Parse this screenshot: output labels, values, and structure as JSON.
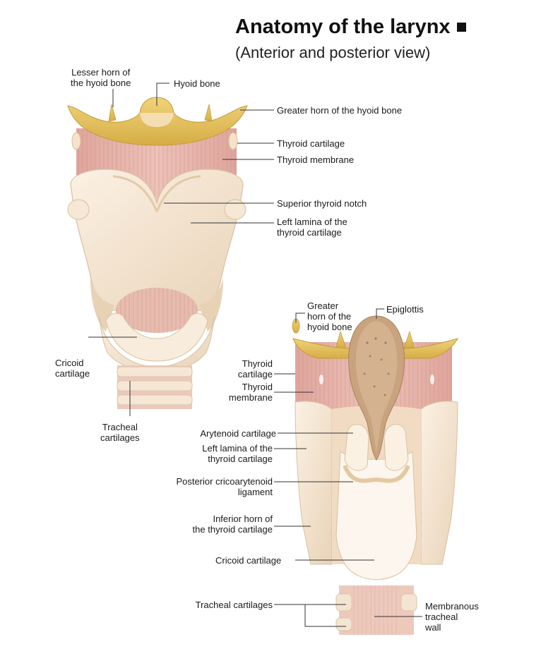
{
  "title": "Anatomy of the larynx",
  "subtitle": "(Anterior and posterior view)",
  "colors": {
    "bone": "#e6c25a",
    "cartilage": "#f3e2cc",
    "membrane": "#e6b1a8",
    "trachea": "#edc9bc",
    "leader": "#333333"
  },
  "anterior": {
    "lesser_horn": [
      "Lesser horn of",
      "the hyoid bone"
    ],
    "hyoid_bone": "Hyoid bone",
    "greater_horn": "Greater horn of the hyoid bone",
    "thyroid_cartilage": "Thyroid cartilage",
    "thyroid_membrane": "Thyroid membrane",
    "superior_notch": "Superior thyroid notch",
    "left_lamina": [
      "Left lamina of the",
      "thyroid cartilage"
    ],
    "cricoid": [
      "Cricoid",
      "cartilage"
    ],
    "tracheal": [
      "Tracheal",
      "cartilages"
    ]
  },
  "posterior": {
    "greater_horn": [
      "Greater",
      "horn of the",
      "hyoid bone"
    ],
    "epiglottis": "Epiglottis",
    "thyroid_cartilage": [
      "Thyroid",
      "cartilage"
    ],
    "thyroid_membrane": [
      "Thyroid",
      "membrane"
    ],
    "arytenoid": "Arytenoid cartilage",
    "left_lamina": [
      "Left lamina of the",
      "thyroid cartilage"
    ],
    "cricoarytenoid": [
      "Posterior cricoarytenoid",
      "ligament"
    ],
    "inferior_horn": [
      "Inferior horn of",
      "the thyroid cartilage"
    ],
    "cricoid": "Cricoid cartilage",
    "tracheal": "Tracheal cartilages",
    "membranous": [
      "Membranous",
      "tracheal",
      "wall"
    ]
  }
}
